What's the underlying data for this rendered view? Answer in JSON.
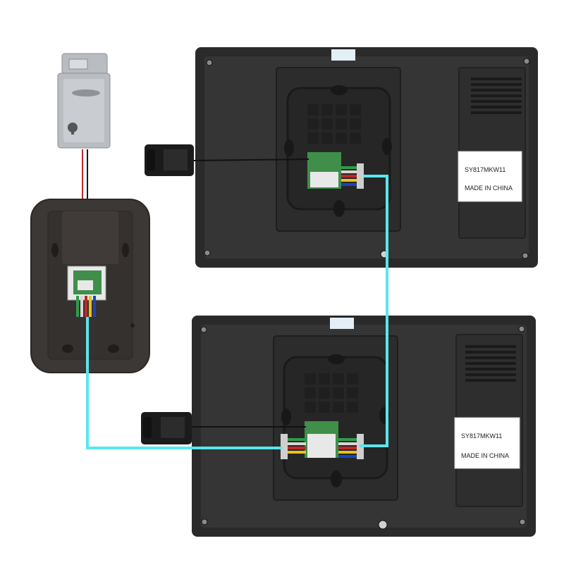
{
  "colors": {
    "background": "#ffffff",
    "monitor_body": "#2a2a2a",
    "monitor_panel": "#353535",
    "monitor_bracket": "#2c2c2c",
    "doorbell_body": "#3c3836",
    "lock_metal": "#b9bcc0",
    "cable": "#59e6ee",
    "adapter": "#1b1b1b",
    "label_bg": "#ffffff",
    "pcb": "#3f8f4a",
    "lock_wire_red": "#c0272d",
    "lock_wire_black": "#1a1a1a"
  },
  "monitors": [
    {
      "model_label": "SY817MKW11",
      "origin_label": "MADE IN CHINA"
    },
    {
      "model_label": "SY817MKW11",
      "origin_label": "MADE IN CHINA"
    }
  ],
  "icons": {
    "lock": "electric-lock-icon",
    "doorbell": "outdoor-camera-doorbell-icon",
    "adapter": "power-adapter-icon",
    "monitor": "indoor-monitor-icon"
  }
}
